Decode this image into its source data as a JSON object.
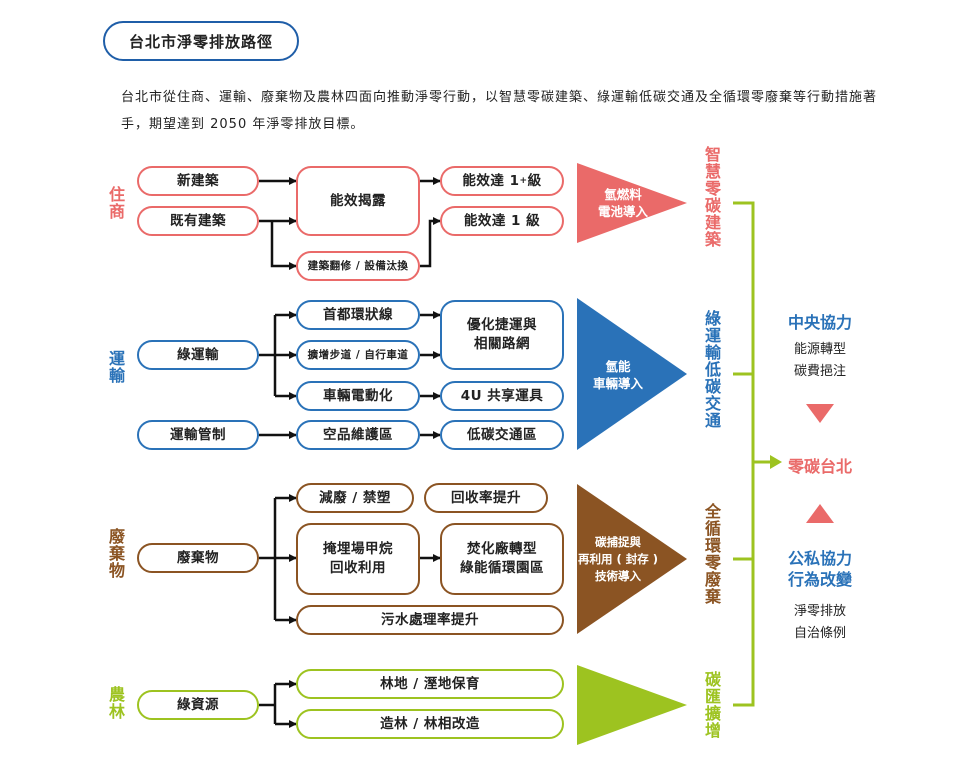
{
  "title": "台北市淨零排放路徑",
  "intro": "台北市從住商、運輸、廢棄物及農林四面向推動淨零行動，以智慧零碳建築、綠運輸低碳交通及全循環零廢棄等行動措施著手，期望達到 2050 年淨零排放目標。",
  "colors": {
    "red": "#ea6a69",
    "blue": "#2a72b8",
    "brown": "#8b5423",
    "green": "#9dc320"
  },
  "sectors": {
    "residential": {
      "label": "住商",
      "inputs": [
        "新建築",
        "既有建築"
      ],
      "mid": "能效揭露",
      "retrofit": "建築翻修 / 設備汰換",
      "outputs": [
        "能效達 1",
        "+",
        "級",
        "能效達 1 級"
      ],
      "triangle": "氫燃料\n電池導入",
      "goal": "智慧零碳建築"
    },
    "transport": {
      "label": "運輸",
      "inputs": [
        "綠運輸",
        "運輸管制"
      ],
      "mids": [
        "首都環狀線",
        "擴增步道 / 自行車道",
        "車輛電動化",
        "空品維護區"
      ],
      "outputs": [
        "優化捷運與\n相關路網",
        "4U 共享運具",
        "低碳交通區"
      ],
      "triangle": "氫能\n車輛導入",
      "goal": "綠運輸低碳交通"
    },
    "waste": {
      "label": "廢棄物",
      "input": "廢棄物",
      "mids": [
        "減廢 / 禁塑",
        "回收率提升",
        "掩埋場甲烷\n回收利用",
        "焚化廠轉型\n綠能循環園區",
        "污水處理率提升"
      ],
      "triangle": "碳捕捉與\n再利用 ( 封存 )\n技術導入",
      "goal": "全循環零廢棄"
    },
    "agriculture": {
      "label": "農林",
      "input": "綠資源",
      "mids": [
        "林地 / 溼地保育",
        "造林 / 林相改造"
      ],
      "goal": "碳匯擴增"
    }
  },
  "right": {
    "central_title": "中央協力",
    "central_items": [
      "能源轉型",
      "碳費挹注"
    ],
    "center": "零碳台北",
    "public_title": "公私協力\n行為改變",
    "public_items": [
      "淨零排放",
      "自治條例"
    ]
  }
}
